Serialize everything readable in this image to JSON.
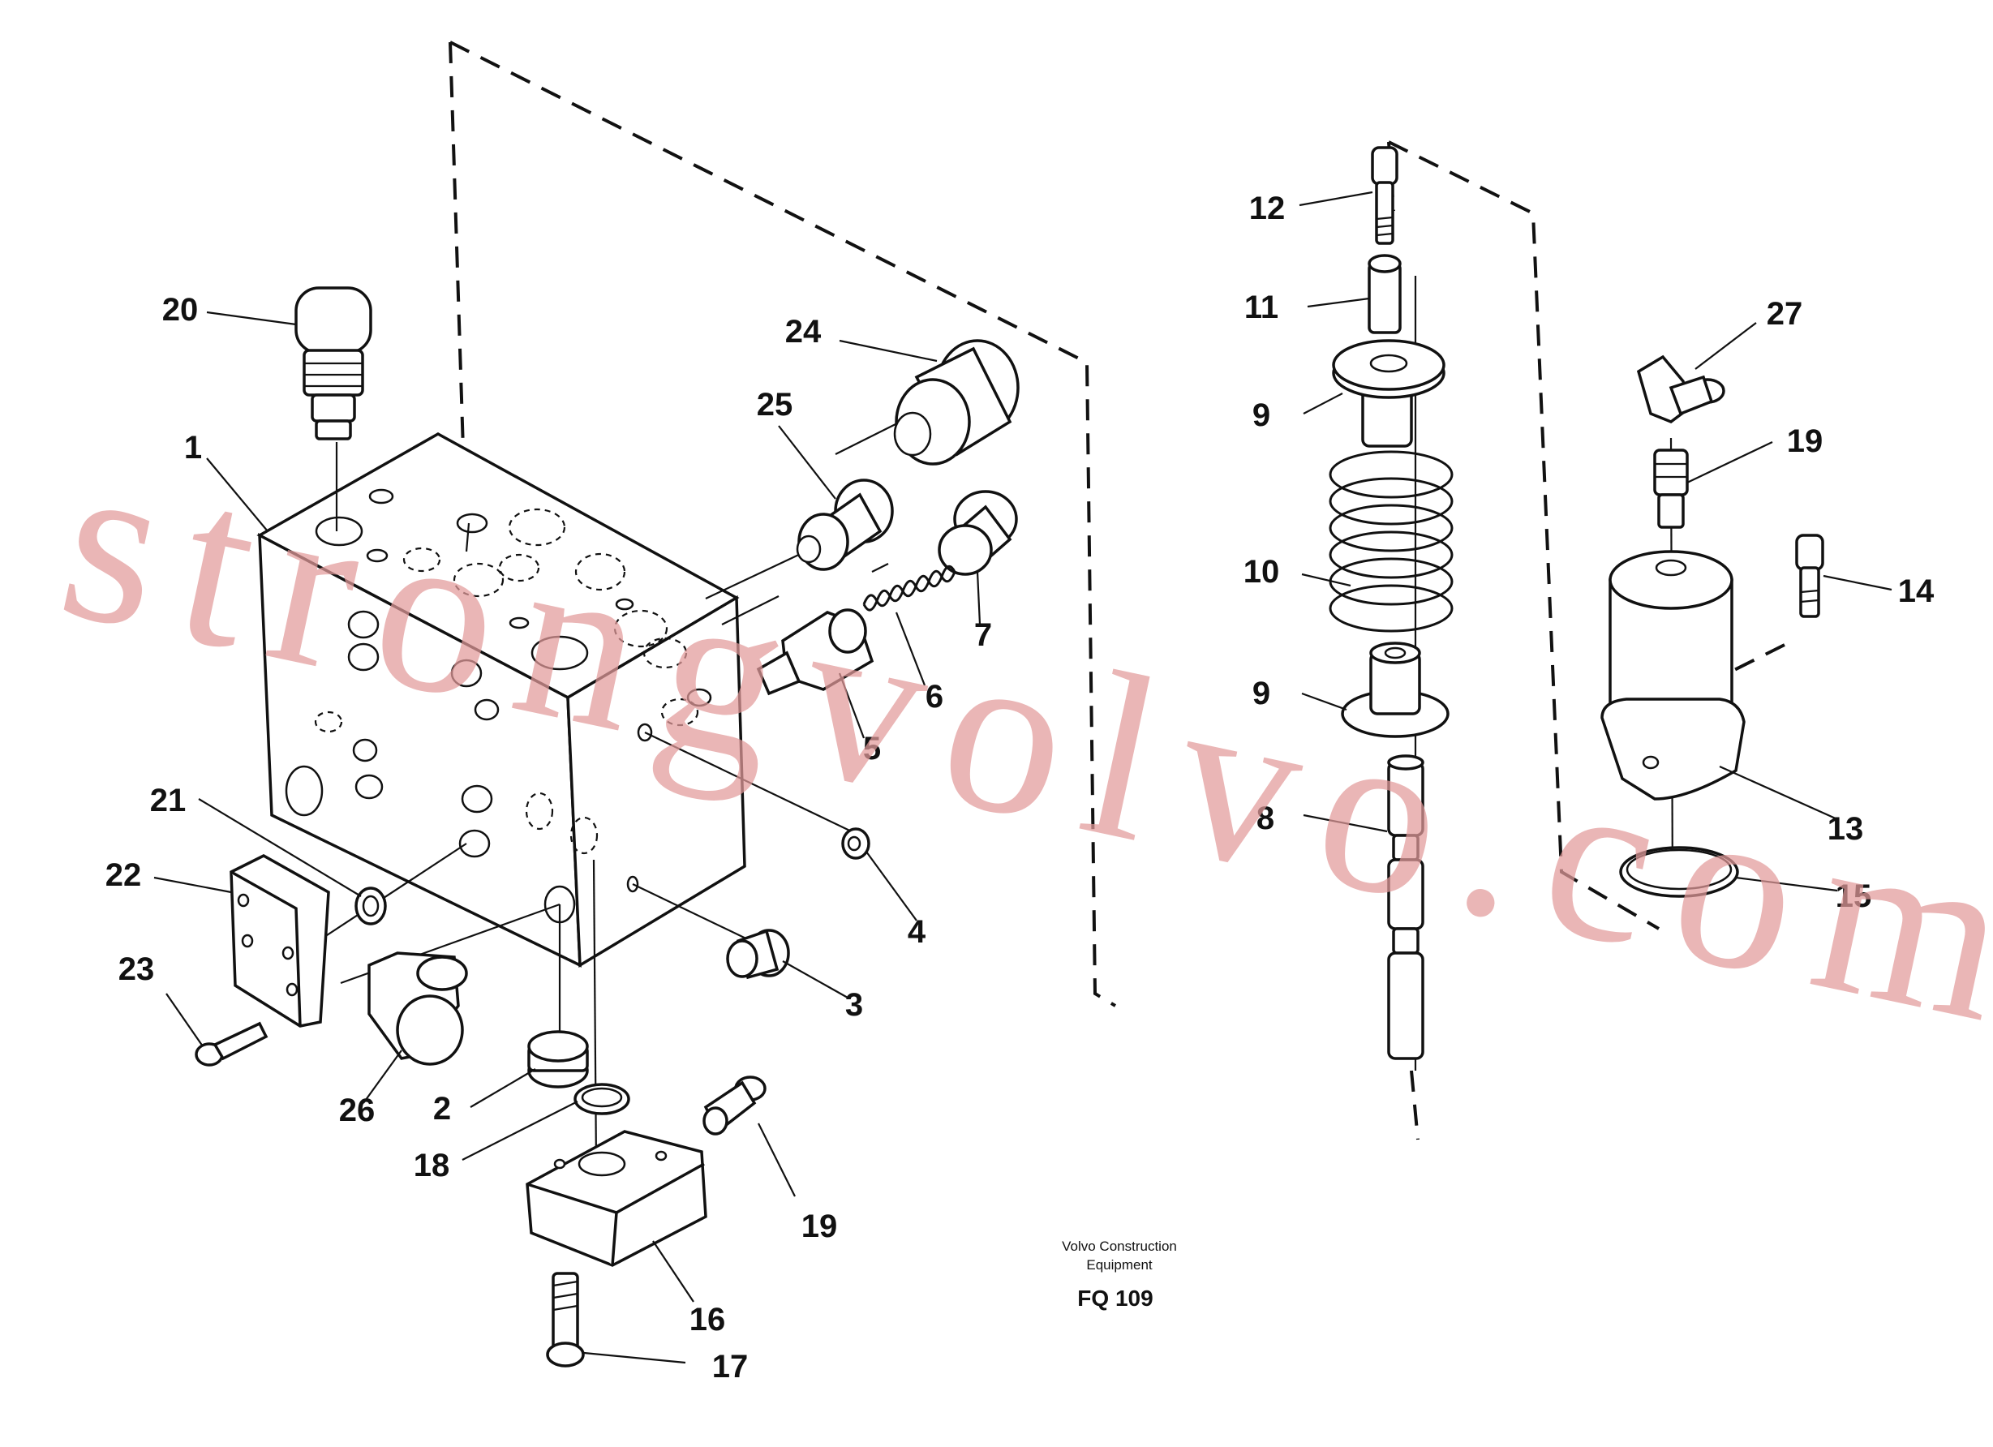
{
  "diagram": {
    "callouts": [
      "1",
      "2",
      "3",
      "4",
      "5",
      "6",
      "7",
      "8",
      "9",
      "9",
      "10",
      "11",
      "12",
      "13",
      "14",
      "15",
      "16",
      "17",
      "18",
      "19",
      "19",
      "20",
      "21",
      "22",
      "23",
      "24",
      "25",
      "26",
      "27"
    ],
    "footer": {
      "line1": "Volvo Construction",
      "line2": "Equipment",
      "code": "FQ 109"
    },
    "watermark": "strongvolvo.com"
  }
}
